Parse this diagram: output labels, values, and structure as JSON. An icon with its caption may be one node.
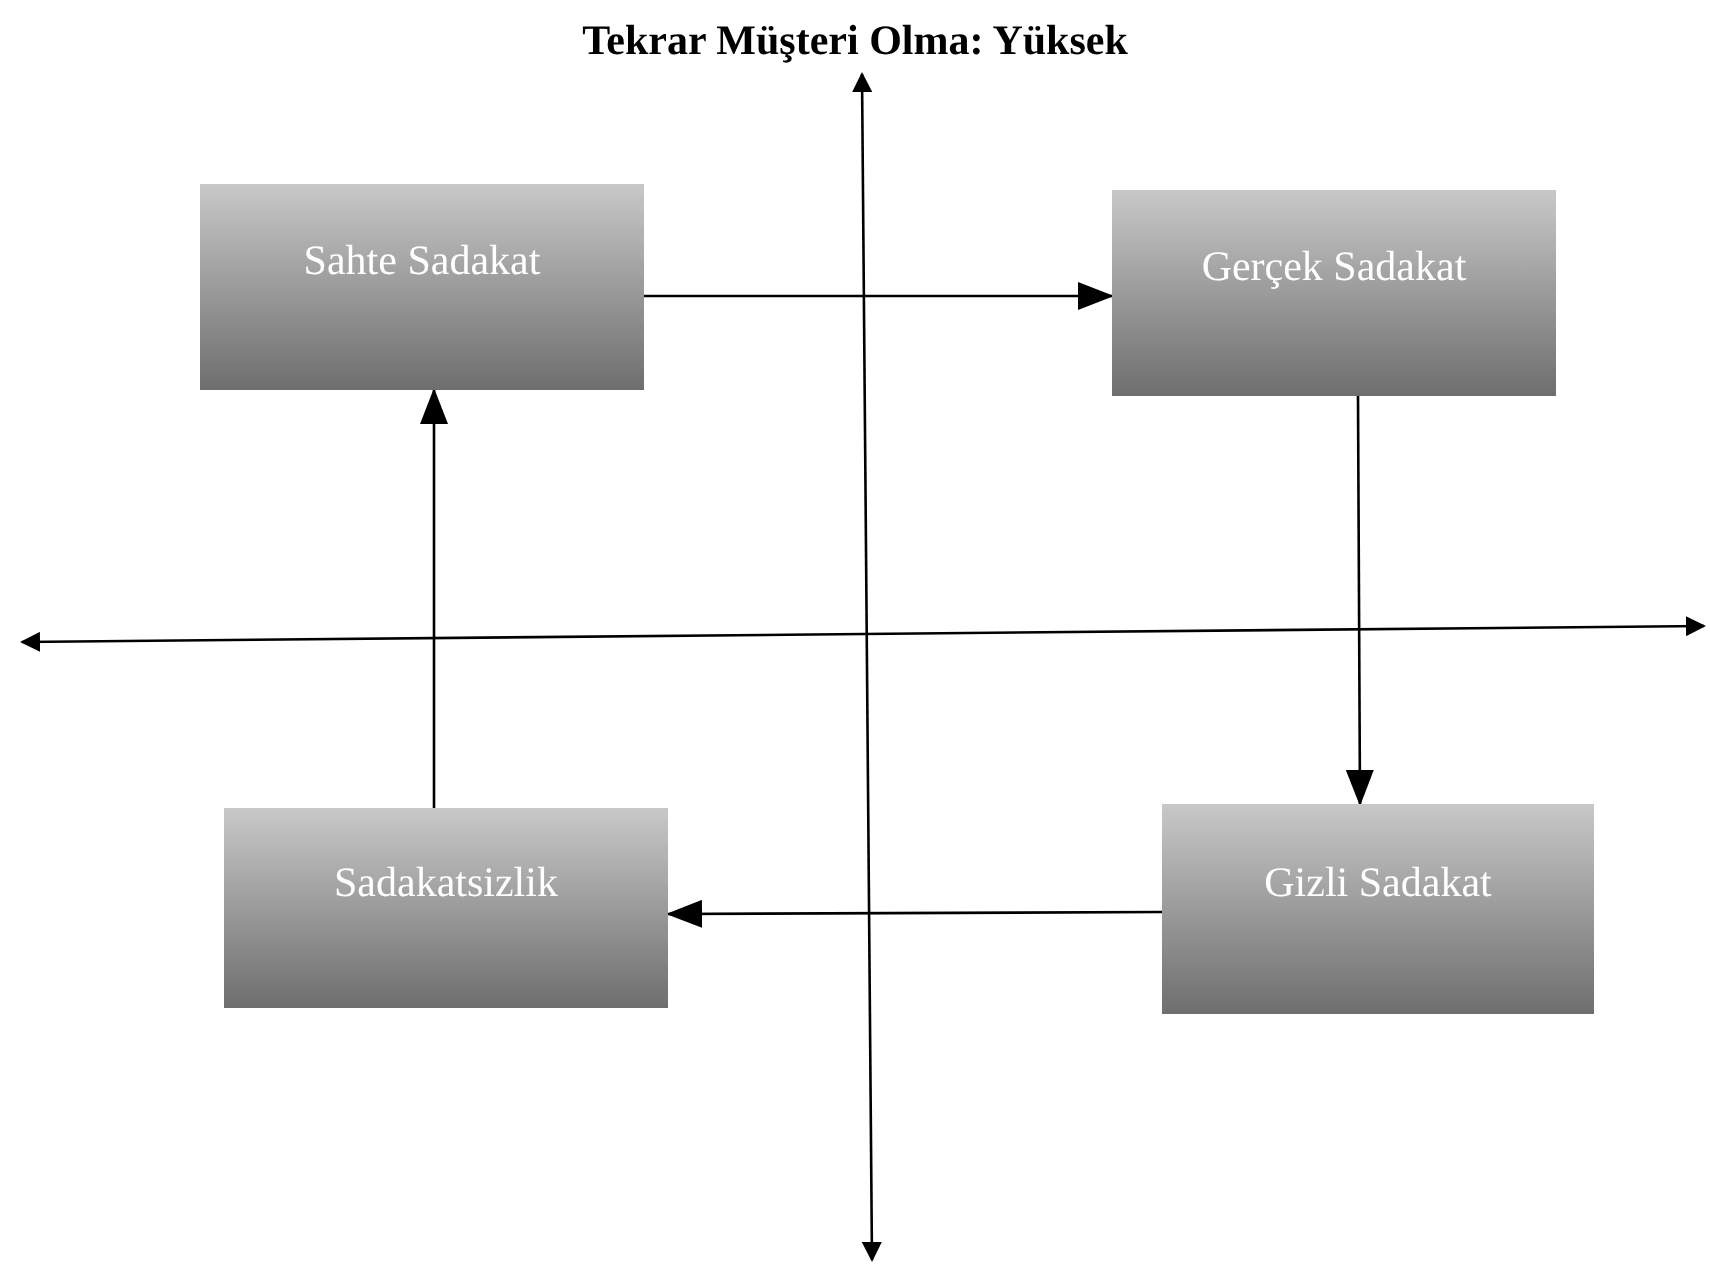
{
  "diagram": {
    "title": "Tekrar Müşteri Olma: Yüksek",
    "nodes": [
      {
        "text": [
          "Sahte Sadakat"
        ]
      },
      {
        "text": [
          "Gerçek Sadakat"
        ]
      },
      {
        "text": [
          "Sadakatsizlik"
        ]
      },
      {
        "text": [
          "Gizli Sadakat"
        ]
      }
    ],
    "edges": [
      {
        "from": 0,
        "to": 1,
        "arrow": "to"
      },
      {
        "from": 1,
        "to": 3,
        "arrow": "to"
      },
      {
        "from": 3,
        "to": 2,
        "arrow": "to"
      },
      {
        "from": 2,
        "to": 0,
        "arrow": "to"
      }
    ]
  }
}
